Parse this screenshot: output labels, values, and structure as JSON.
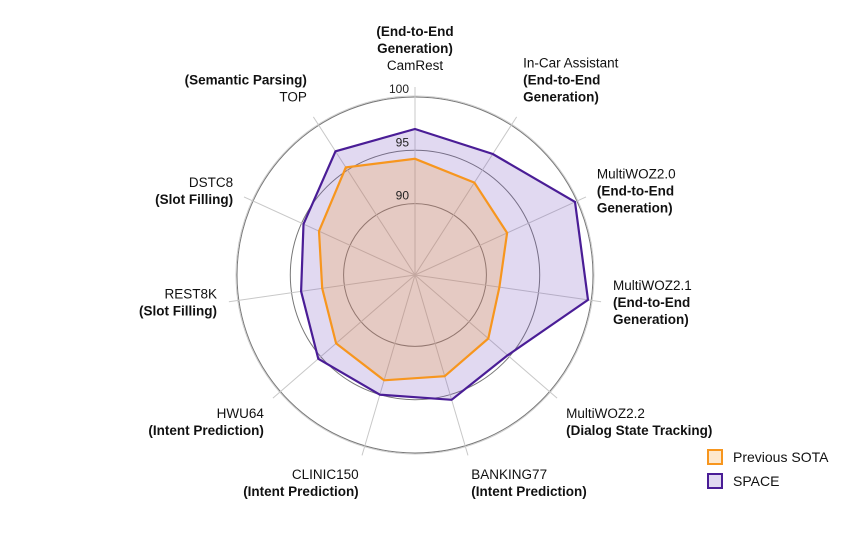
{
  "chart_data": {
    "type": "radar",
    "title": "",
    "r_ticks": [
      90,
      95,
      100
    ],
    "r_range": [
      83.3,
      100
    ],
    "grid": true,
    "legend_position": "bottom-right",
    "categories": [
      {
        "name": "CamRest",
        "task": "(End-to-End\nGeneration)",
        "task_position": "above"
      },
      {
        "name": "In-Car Assistant",
        "task": "(End-to-End\nGeneration)",
        "task_position": "below"
      },
      {
        "name": "MultiWOZ2.0",
        "task": "(End-to-End\nGeneration)",
        "task_position": "below"
      },
      {
        "name": "MultiWOZ2.1",
        "task": "(End-to-End\nGeneration)",
        "task_position": "below"
      },
      {
        "name": "MultiWOZ2.2",
        "task": "(Dialog State Tracking)",
        "task_position": "below"
      },
      {
        "name": "BANKING77",
        "task": "(Intent Prediction)",
        "task_position": "below"
      },
      {
        "name": "CLINIC150",
        "task": "(Intent Prediction)",
        "task_position": "below"
      },
      {
        "name": "HWU64",
        "task": "(Intent Prediction)",
        "task_position": "below"
      },
      {
        "name": "REST8K",
        "task": "(Slot Filling)",
        "task_position": "below"
      },
      {
        "name": "DSTC8",
        "task": "(Slot Filling)",
        "task_position": "below"
      },
      {
        "name": "TOP",
        "task": "(Semantic Parsing)",
        "task_position": "above"
      }
    ],
    "series": [
      {
        "name": "Previous SOTA",
        "color": "#F7961E",
        "fill": "rgba(247,150,30,0.22)",
        "values": [
          94.2,
          93.6,
          92.8,
          91.3,
          92.4,
          93.2,
          93.6,
          93.1,
          92.1,
          93.2,
          95.3
        ]
      },
      {
        "name": "SPACE",
        "color": "#4A1D96",
        "fill": "rgba(120,80,190,0.22)",
        "values": [
          97.0,
          96.8,
          99.8,
          99.7,
          94.8,
          95.5,
          95.0,
          95.3,
          94.1,
          94.8,
          97.1
        ]
      }
    ]
  }
}
